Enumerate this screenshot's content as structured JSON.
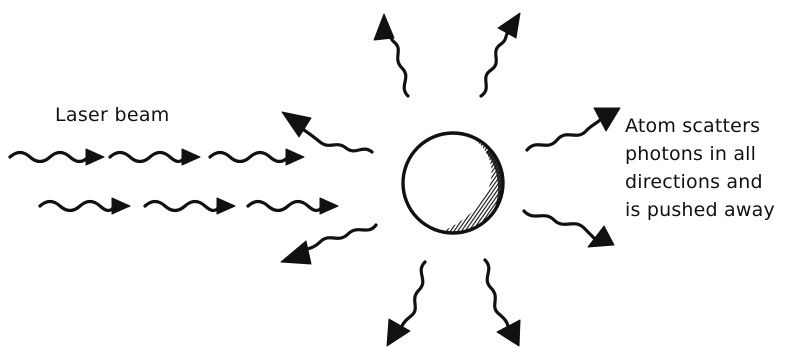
{
  "labels": {
    "laser_beam": "Laser beam",
    "atom_caption": [
      "Atom scatters",
      "photons in all",
      "directions and",
      "is pushed away"
    ]
  },
  "colors": {
    "ink": "#111111",
    "background": "#ffffff"
  }
}
